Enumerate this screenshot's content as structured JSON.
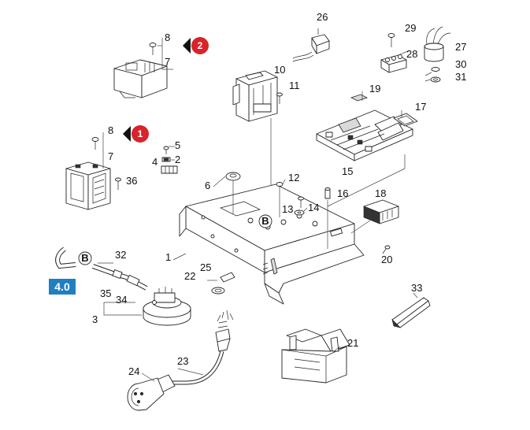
{
  "marker_1": "1",
  "marker_2": "2",
  "marker_color": "#d9232a",
  "version_badge": "4.0",
  "version_badge_color": "#1f7fc0",
  "connector_label_b1": "B",
  "connector_label_b2": "B",
  "callouts": {
    "c1": "1",
    "c2": "2",
    "c3": "3",
    "c4": "4",
    "c5": "5",
    "c6": "6",
    "c7a": "7",
    "c7b": "7",
    "c8a": "8",
    "c8b": "8",
    "c10": "10",
    "c11": "11",
    "c12": "12",
    "c13": "13",
    "c14": "14",
    "c15": "15",
    "c16": "16",
    "c17": "17",
    "c18": "18",
    "c19": "19",
    "c20": "20",
    "c21": "21",
    "c22": "22",
    "c23": "23",
    "c24": "24",
    "c25": "25",
    "c26": "26",
    "c27": "27",
    "c28": "28",
    "c29": "29",
    "c30": "30",
    "c31": "31",
    "c32": "32",
    "c33": "33",
    "c34": "34",
    "c35": "35",
    "c36": "36"
  }
}
